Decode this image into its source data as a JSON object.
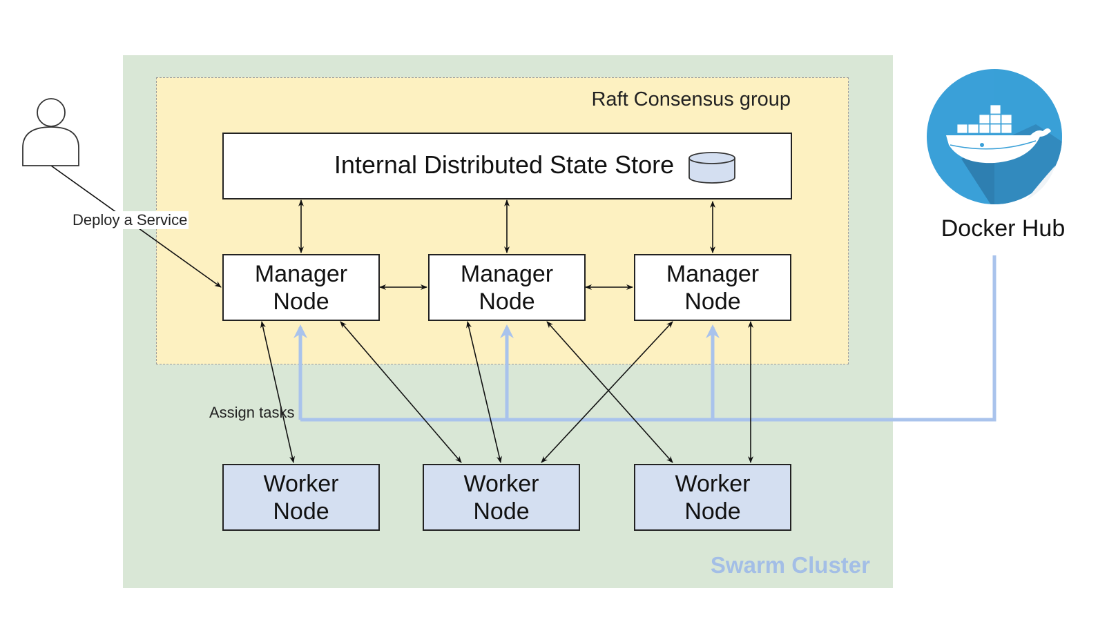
{
  "cluster": {
    "label": "Swarm Cluster"
  },
  "raft_group": {
    "label": "Raft Consensus group"
  },
  "state_store": {
    "label": "Internal Distributed State Store",
    "icon": "database-icon"
  },
  "manager_nodes": [
    {
      "line1": "Manager",
      "line2": "Node"
    },
    {
      "line1": "Manager",
      "line2": "Node"
    },
    {
      "line1": "Manager",
      "line2": "Node"
    }
  ],
  "worker_nodes": [
    {
      "line1": "Worker",
      "line2": "Node"
    },
    {
      "line1": "Worker",
      "line2": "Node"
    },
    {
      "line1": "Worker",
      "line2": "Node"
    }
  ],
  "user": {
    "icon": "user-icon"
  },
  "docker_hub": {
    "label": "Docker Hub",
    "icon": "docker-whale-icon"
  },
  "edges": {
    "deploy_label": "Deploy a Service",
    "assign_label": "Assign tasks"
  },
  "colors": {
    "swarm_bg": "#d9e7d6",
    "raft_bg": "#fdf1c1",
    "worker_bg": "#d4dff1",
    "registry_line": "#a9c3ec",
    "swarm_label": "#a3bee6",
    "docker_blue": "#3aa0d8"
  }
}
